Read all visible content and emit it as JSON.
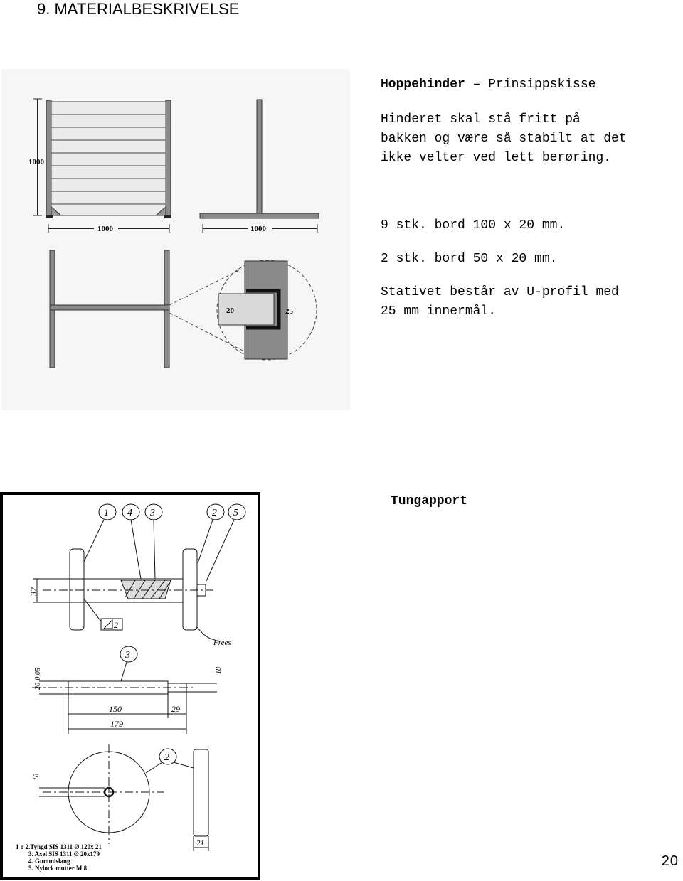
{
  "heading": "9. MATERIALBESKRIVELSE",
  "hoppehinder": {
    "title_bold": "Hoppehinder",
    "title_rest": " – Prinsippskisse",
    "desc_lines": [
      "Hinderet skal stå fritt på",
      "bakken og være så stabilt at det",
      "ikke velter ved lett berøring."
    ],
    "materials": [
      "9 stk. bord 100 x 20 mm.",
      "2 stk. bord 50 x 20 mm."
    ],
    "stativ_lines": [
      "Stativet består av U-profil med",
      "25 mm innermål."
    ],
    "drawing_labels": {
      "height": "1000",
      "width_front": "1000",
      "width_side": "1000",
      "detail_board": "20",
      "detail_profile": "25"
    }
  },
  "tungapport": {
    "title": "Tungapport",
    "callouts": [
      "1",
      "4",
      "3",
      "2",
      "5"
    ],
    "dims": {
      "d32": "32",
      "d2": "2",
      "frees": "Frees",
      "d20": "20-0,05",
      "d18a": "18",
      "d150": "150",
      "d29": "29",
      "d179": "179",
      "d18b": "18",
      "d21": "21"
    },
    "callout_axel": "3",
    "callout_disc": "2",
    "parts": [
      "1 o 2.Tyngd SIS 1311 Ø 120x 21",
      "3. Axel SIS 1311 Ø 20x179",
      "4. Gummislang",
      "5. Nylock mutter M 8"
    ]
  },
  "page_number": "20"
}
